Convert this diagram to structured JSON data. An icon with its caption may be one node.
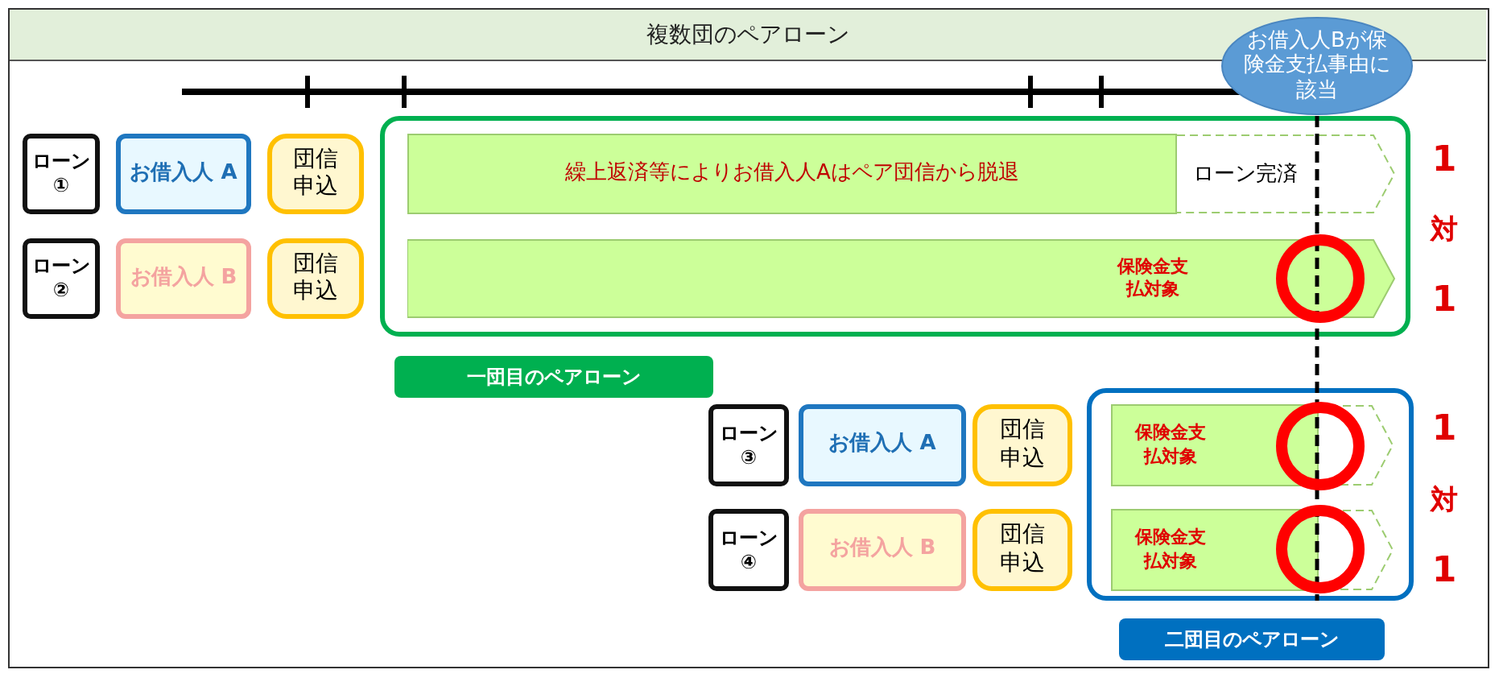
{
  "diagram": {
    "title": "複数団のペアローン",
    "nodes": [
      {
        "text": [
          "お借入人Bが保険金支払事由に該当"
        ]
      },
      {
        "text": [
          "ローン①"
        ]
      },
      {
        "text": [
          "お借入人 A"
        ]
      },
      {
        "text": [
          "団信申込"
        ]
      },
      {
        "text": [
          "一団目のペアローン"
        ]
      },
      {
        "text": [
          "繰上返済等によりお借入人Aはペア団信から脱退"
        ],
        "in": 4
      },
      {
        "text": [
          "ローン完済"
        ],
        "in": 4
      },
      {
        "text": [
          "ローン②"
        ]
      },
      {
        "text": [
          "お借入人 B"
        ]
      },
      {
        "text": [
          "団信申込"
        ]
      },
      {
        "text": [
          "保険金支払対象"
        ],
        "in": 4
      },
      {
        "text": [
          "ローン③"
        ]
      },
      {
        "text": [
          "お借入人 A"
        ]
      },
      {
        "text": [
          "団信申込"
        ]
      },
      {
        "text": [
          "二団目のペアローン"
        ]
      },
      {
        "text": [
          "保険金支払対象"
        ],
        "in": 14
      },
      {
        "text": [
          "ローン④"
        ]
      },
      {
        "text": [
          "お借入人 B"
        ]
      },
      {
        "text": [
          "団信申込"
        ]
      },
      {
        "text": [
          "保険金支払対象"
        ],
        "in": 14
      }
    ],
    "edges": [
      {
        "from": 0,
        "to": 14,
        "arrow": "none",
        "style": "dashed"
      }
    ],
    "labels": [
      "1",
      "対",
      "1",
      "1",
      "対",
      "1"
    ]
  }
}
